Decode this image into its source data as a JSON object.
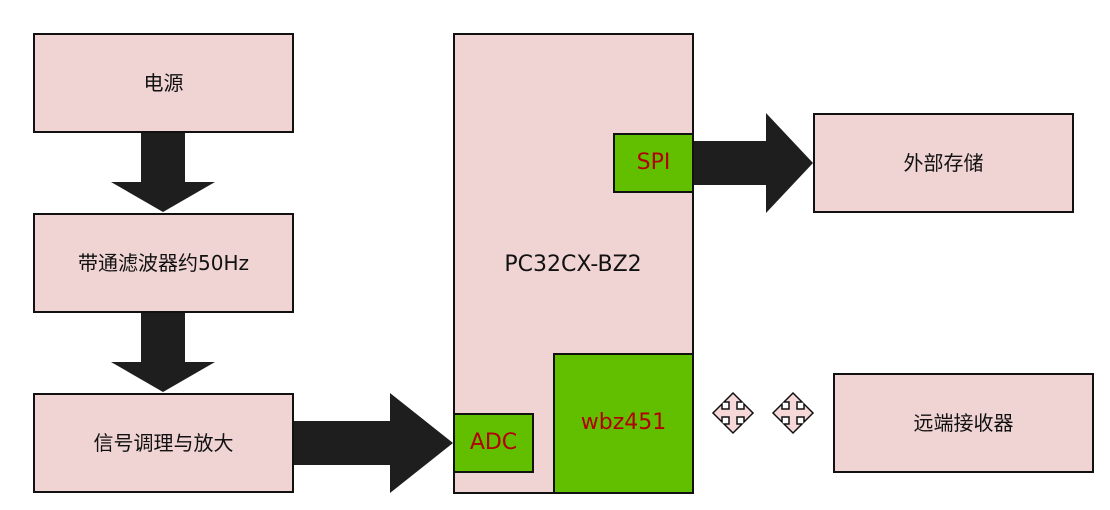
{
  "blocks": {
    "source": "电源",
    "filter": "带通滤波器约50Hz",
    "conditioning": "信号调理与放大",
    "mcu": "PC32CX-BZ2",
    "spi": "SPI",
    "adc": "ADC",
    "wireless": "wbz451",
    "spi_device": "外部存储",
    "remote_device": "远端接收器"
  },
  "colors": {
    "block_fill": "#f0d4d4",
    "peripheral_fill": "#61bf00",
    "peripheral_text": "#b30000",
    "arrow_fill": "#1e1e1e",
    "wireless_icon_fill": "#f6d8d8"
  },
  "icons": {
    "wireless_link": [
      "four-way-arrow-icon",
      "four-way-arrow-icon"
    ]
  }
}
